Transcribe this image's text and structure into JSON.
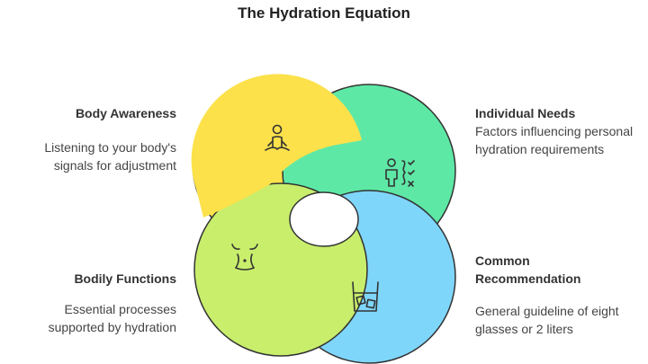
{
  "title": "The Hydration Equation",
  "sections": {
    "body_awareness": {
      "heading": "Body Awareness",
      "description": "Listening to your body's signals for adjustment",
      "color": "#FCE14B",
      "icon": "meditation-person-icon"
    },
    "individual_needs": {
      "heading": "Individual Needs",
      "description": "Factors influencing personal hydration requirements",
      "color": "#5EE8A6",
      "icon": "person-checklist-icon"
    },
    "bodily_functions": {
      "heading": "Bodily Functions",
      "description": "Essential processes supported by hydration",
      "color": "#C8EE6C",
      "icon": "body-torso-icon"
    },
    "common_recommendation": {
      "heading": "Common Recommendation",
      "description": "General guideline of eight glasses or 2 liters",
      "color": "#7FD6FB",
      "icon": "water-glass-icon"
    }
  }
}
